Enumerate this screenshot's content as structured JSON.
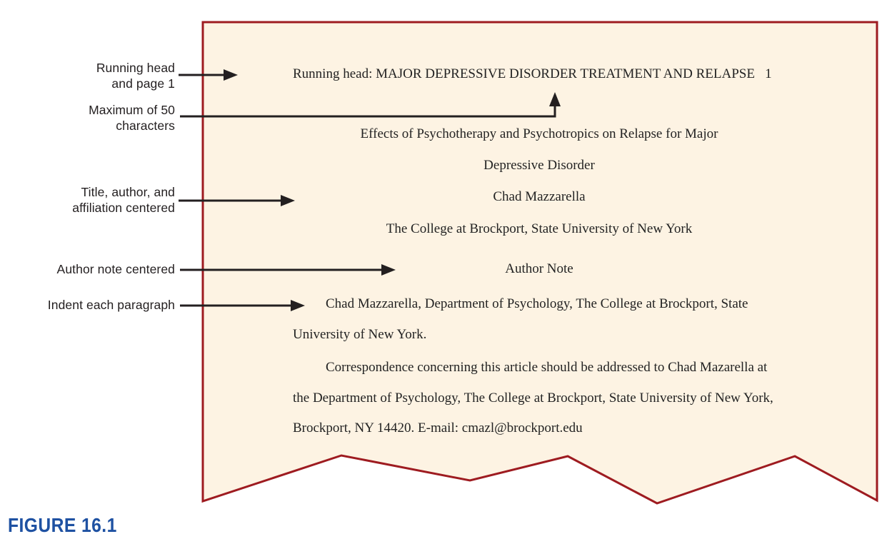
{
  "figure_label": "FIGURE 16.1",
  "callouts": [
    {
      "lines": [
        "Running head",
        "and page 1"
      ]
    },
    {
      "lines": [
        "Maximum of 50",
        "characters"
      ]
    },
    {
      "lines": [
        "Title, author, and",
        "affiliation centered"
      ]
    },
    {
      "lines": [
        "Author note centered"
      ]
    },
    {
      "lines": [
        "Indent each paragraph"
      ]
    }
  ],
  "page": {
    "running_head_line": "Running head: MAJOR DEPRESSIVE DISORDER TREATMENT AND RELAPSE   1",
    "title_line_1": "Effects of Psychotherapy and Psychotropics on Relapse for Major",
    "title_line_2": "Depressive Disorder",
    "author": "Chad Mazzarella",
    "affiliation": "The College at Brockport, State University of New York",
    "author_note_heading": "Author Note",
    "note_para_1_line_1": "Chad Mazzarella, Department of Psychology, The College at Brockport, State",
    "note_para_1_line_2": "University of New York.",
    "note_para_2_line_1": "Correspondence concerning this article should be addressed to Chad Mazarella at",
    "note_para_2_line_2": "the Department of Psychology, The College at Brockport, State University of New York,",
    "note_para_2_line_3": "Brockport, NY 14420. E-mail: cmazl@brockport.edu"
  },
  "colors": {
    "paper_fill": "#fdf3e3",
    "paper_border": "#9e1b20",
    "arrow_black": "#231f20",
    "figure_label_blue": "#1e51a2",
    "body_text": "#232323"
  }
}
